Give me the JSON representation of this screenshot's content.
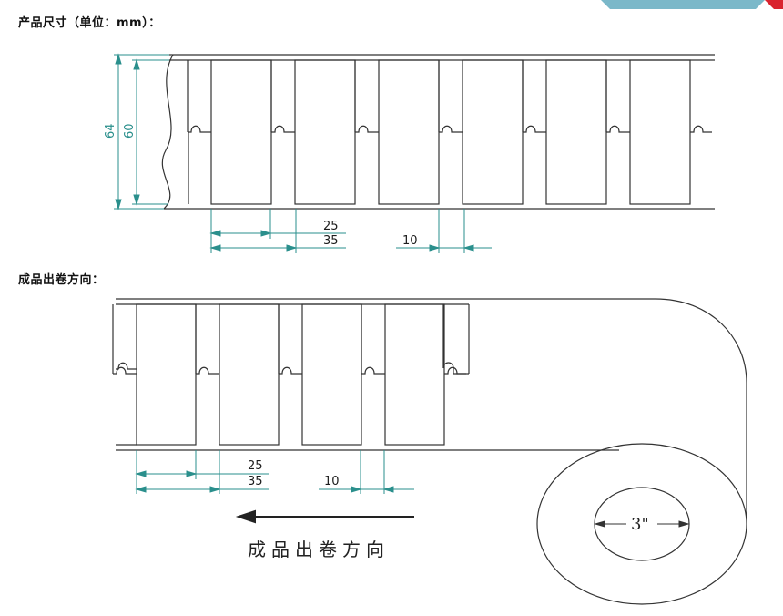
{
  "section1": {
    "heading": "产品尺寸（单位：mm）："
  },
  "dims_top": {
    "height_outer": "64",
    "height_inner": "60",
    "label_width": "25",
    "pitch": "35",
    "gap": "10"
  },
  "section2": {
    "heading": "成品出卷方向："
  },
  "dims_bottom": {
    "label_width": "25",
    "pitch": "35",
    "gap": "10"
  },
  "direction_label": "成品出卷方向",
  "core_size": "3\"",
  "colors": {
    "dimension": "#2a8f8c",
    "outline": "#333333",
    "ribbon_blue": "#7bb8c9",
    "ribbon_red": "#d9232e"
  }
}
